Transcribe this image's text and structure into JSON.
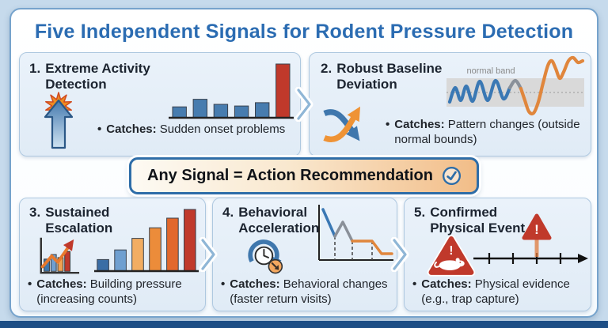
{
  "page": {
    "title": "Five Independent Signals for Rodent Pressure Detection"
  },
  "banner": {
    "text": "Any Signal = Action Recommendation",
    "icon": "check-circle-icon"
  },
  "ui": {
    "bullet": "•"
  },
  "icons": {
    "exclamation": "!"
  },
  "palette": {
    "title_blue": "#2b6cb2",
    "panel_bg": "#e4eef7",
    "panel_border": "#aec8e0",
    "banner_border": "#2e6da8",
    "banner_orange": "#f2bd88",
    "alert_red": "#c0392b",
    "signal_blue": "#3a78b4",
    "signal_orange": "#e0863c",
    "frame_dark_blue": "#1d4e85"
  },
  "panels": [
    {
      "id": "extreme-activity",
      "number": "1.",
      "heading": "Extreme Activity Detection",
      "catches_label": "Catches:",
      "catches_text": "Sudden onset problems",
      "icon": "burst-arrow-up-icon"
    },
    {
      "id": "baseline-deviation",
      "number": "2.",
      "heading": "Robust Baseline Deviation",
      "catches_label": "Catches:",
      "catches_text": "Pattern changes (outside normal bounds)",
      "icon": "crossing-arrows-icon"
    },
    {
      "id": "sustained-escalation",
      "number": "3.",
      "heading": "Sustained Escalation",
      "catches_label": "Catches:",
      "catches_text": "Building pressure (increasing counts)",
      "icon": "rising-chart-icon"
    },
    {
      "id": "behavioral-acceleration",
      "number": "4.",
      "heading": "Behavioral Acceleration",
      "catches_label": "Catches:",
      "catches_text": "Behavioral changes (faster return visits)",
      "icon": "clock-cycle-icon"
    },
    {
      "id": "confirmed-physical",
      "number": "5.",
      "heading": "Confirmed Physical Event",
      "catches_label": "Catches:",
      "catches_text": "Physical evidence (e.g., trap capture)",
      "icon": "warning-rat-icon"
    }
  ],
  "chart_data": [
    {
      "panel": "extreme-activity",
      "type": "bar",
      "values": [
        13,
        22,
        16,
        14,
        18,
        64
      ],
      "colors": [
        "#477caf",
        "#477caf",
        "#477caf",
        "#477caf",
        "#477caf",
        "#c0392b"
      ],
      "note": "five normal activity bars then one extreme spike"
    },
    {
      "panel": "baseline-deviation",
      "type": "line",
      "band_label": "normal band",
      "band": [
        30,
        66
      ],
      "segments": [
        {
          "name": "within-band",
          "color": "#3a78b4",
          "points": [
            [
              8,
              60
            ],
            [
              15,
              42
            ],
            [
              22,
              58
            ],
            [
              29,
              40
            ],
            [
              37,
              59
            ],
            [
              46,
              34
            ],
            [
              56,
              58
            ],
            [
              66,
              33
            ],
            [
              76,
              56
            ],
            [
              84,
              42
            ]
          ]
        },
        {
          "name": "transition",
          "color": "#8a9099",
          "points": [
            [
              84,
              42
            ],
            [
              91,
              33
            ],
            [
              98,
              43
            ]
          ]
        },
        {
          "name": "deviation",
          "color": "#e0863c",
          "points": [
            [
              98,
              43
            ],
            [
              103,
              58
            ],
            [
              108,
              72
            ],
            [
              114,
              74
            ],
            [
              120,
              60
            ],
            [
              126,
              36
            ],
            [
              132,
              14
            ],
            [
              137,
              8
            ],
            [
              142,
              18
            ],
            [
              147,
              30
            ],
            [
              152,
              22
            ],
            [
              158,
              8
            ],
            [
              164,
              4
            ],
            [
              170,
              10
            ],
            [
              176,
              8
            ]
          ]
        }
      ]
    },
    {
      "panel": "sustained-escalation",
      "type": "bar",
      "values": [
        12,
        22,
        34,
        45,
        55,
        64
      ],
      "colors": [
        "#3a6da5",
        "#6f9fd0",
        "#f2ad63",
        "#ec8c3a",
        "#e2682c",
        "#c0392b"
      ],
      "note": "steadily increasing counts"
    },
    {
      "panel": "behavioral-acceleration",
      "type": "line",
      "segments": [
        {
          "name": "early",
          "color": "#3a78b4",
          "points": [
            [
              15,
              10
            ],
            [
              30,
              44
            ]
          ]
        },
        {
          "name": "middle",
          "color": "#8a9099",
          "points": [
            [
              30,
              44
            ],
            [
              40,
              26
            ],
            [
              52,
              50
            ]
          ]
        },
        {
          "name": "late",
          "color": "#e0863c",
          "points": [
            [
              52,
              50
            ],
            [
              77,
              50
            ],
            [
              89,
              66
            ],
            [
              102,
              66
            ]
          ]
        }
      ],
      "dashed": [
        [
          30,
          44
        ],
        [
          52,
          50
        ],
        [
          77,
          50
        ]
      ]
    },
    {
      "panel": "confirmed-physical",
      "type": "timeline",
      "ticks": [
        24,
        54,
        84,
        114
      ],
      "event_tick": 2,
      "event_glyph": "!",
      "event_color": "#c0392b",
      "stem_color": "#e07a3c"
    }
  ]
}
